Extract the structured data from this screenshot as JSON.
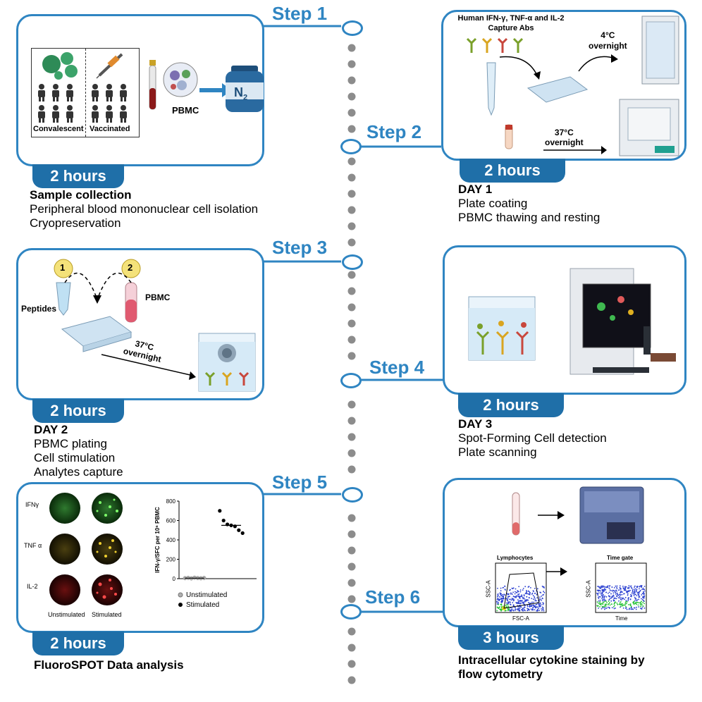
{
  "colors": {
    "accent": "#2f85c2",
    "hours_bg": "#1f6fa8",
    "dots": "#8c8c8c"
  },
  "steps": [
    {
      "label": "Step 1",
      "hours": "2 hours",
      "title": "Sample collection",
      "lines": [
        "Peripheral blood mononuclear cell isolation",
        "Cryopreservation"
      ]
    },
    {
      "label": "Step 2",
      "hours": "2 hours",
      "title": "DAY 1",
      "lines": [
        "Plate coating",
        "PBMC thawing and resting"
      ]
    },
    {
      "label": "Step 3",
      "hours": "2 hours",
      "title": "DAY 2",
      "lines": [
        "PBMC plating",
        "Cell stimulation",
        "Analytes capture"
      ]
    },
    {
      "label": "Step 4",
      "hours": "2 hours",
      "title": "DAY 3",
      "lines": [
        "Spot-Forming Cell detection",
        "Plate scanning"
      ]
    },
    {
      "label": "Step 5",
      "hours": "2 hours",
      "title": "FluoroSPOT Data analysis",
      "lines": []
    },
    {
      "label": "Step 6",
      "hours": "3 hours",
      "title": "Intracellular cytokine staining by flow cytometry",
      "lines": []
    }
  ],
  "panel1": {
    "convalescent": "Convalescent",
    "vaccinated": "Vaccinated",
    "pbmc": "PBMC",
    "n2": "N",
    "n2_sub": "2"
  },
  "panel2": {
    "capture_abs": "Human IFN-γ, TNF-α and IL-2 Capture Abs",
    "cold_line1": "4°C",
    "cold_line2": "overnight",
    "warm_line1": "37°C",
    "warm_line2": "overnight"
  },
  "panel3": {
    "badge1": "1",
    "badge2": "2",
    "peptides": "Peptides",
    "pbmc": "PBMC",
    "temp_line1": "37°C",
    "temp_line2": "overnight"
  },
  "panel5": {
    "row_labels": [
      "IFNγ",
      "TNF α",
      "IL-2"
    ],
    "col_labels": [
      "Unstimulated",
      "Stimulated"
    ],
    "legend": [
      "Unstimulated",
      "Stimulated"
    ]
  },
  "panel6": {
    "plot1_title": "Lymphocytes",
    "plot1_y": "SSC-A",
    "plot1_x": "FSC-A",
    "plot2_title": "Time gate",
    "plot2_y": "SSC-A",
    "plot2_x": "Time"
  },
  "chart_data": {
    "type": "scatter",
    "title": "",
    "xlabel": "",
    "ylabel": "IFN-γ/SFC per 10⁶ PBMC",
    "ylim": [
      0,
      800
    ],
    "yticks": [
      "0",
      "200",
      "400",
      "600",
      "800"
    ],
    "legend_position": "bottom",
    "series": [
      {
        "name": "Unstimulated",
        "color": "#b0b0b0",
        "values": [
          5,
          8,
          3,
          10,
          6,
          4,
          7
        ]
      },
      {
        "name": "Stimulated",
        "color": "#000000",
        "values": [
          700,
          600,
          560,
          550,
          540,
          500,
          470
        ]
      }
    ],
    "medians": [
      5,
      550
    ]
  }
}
